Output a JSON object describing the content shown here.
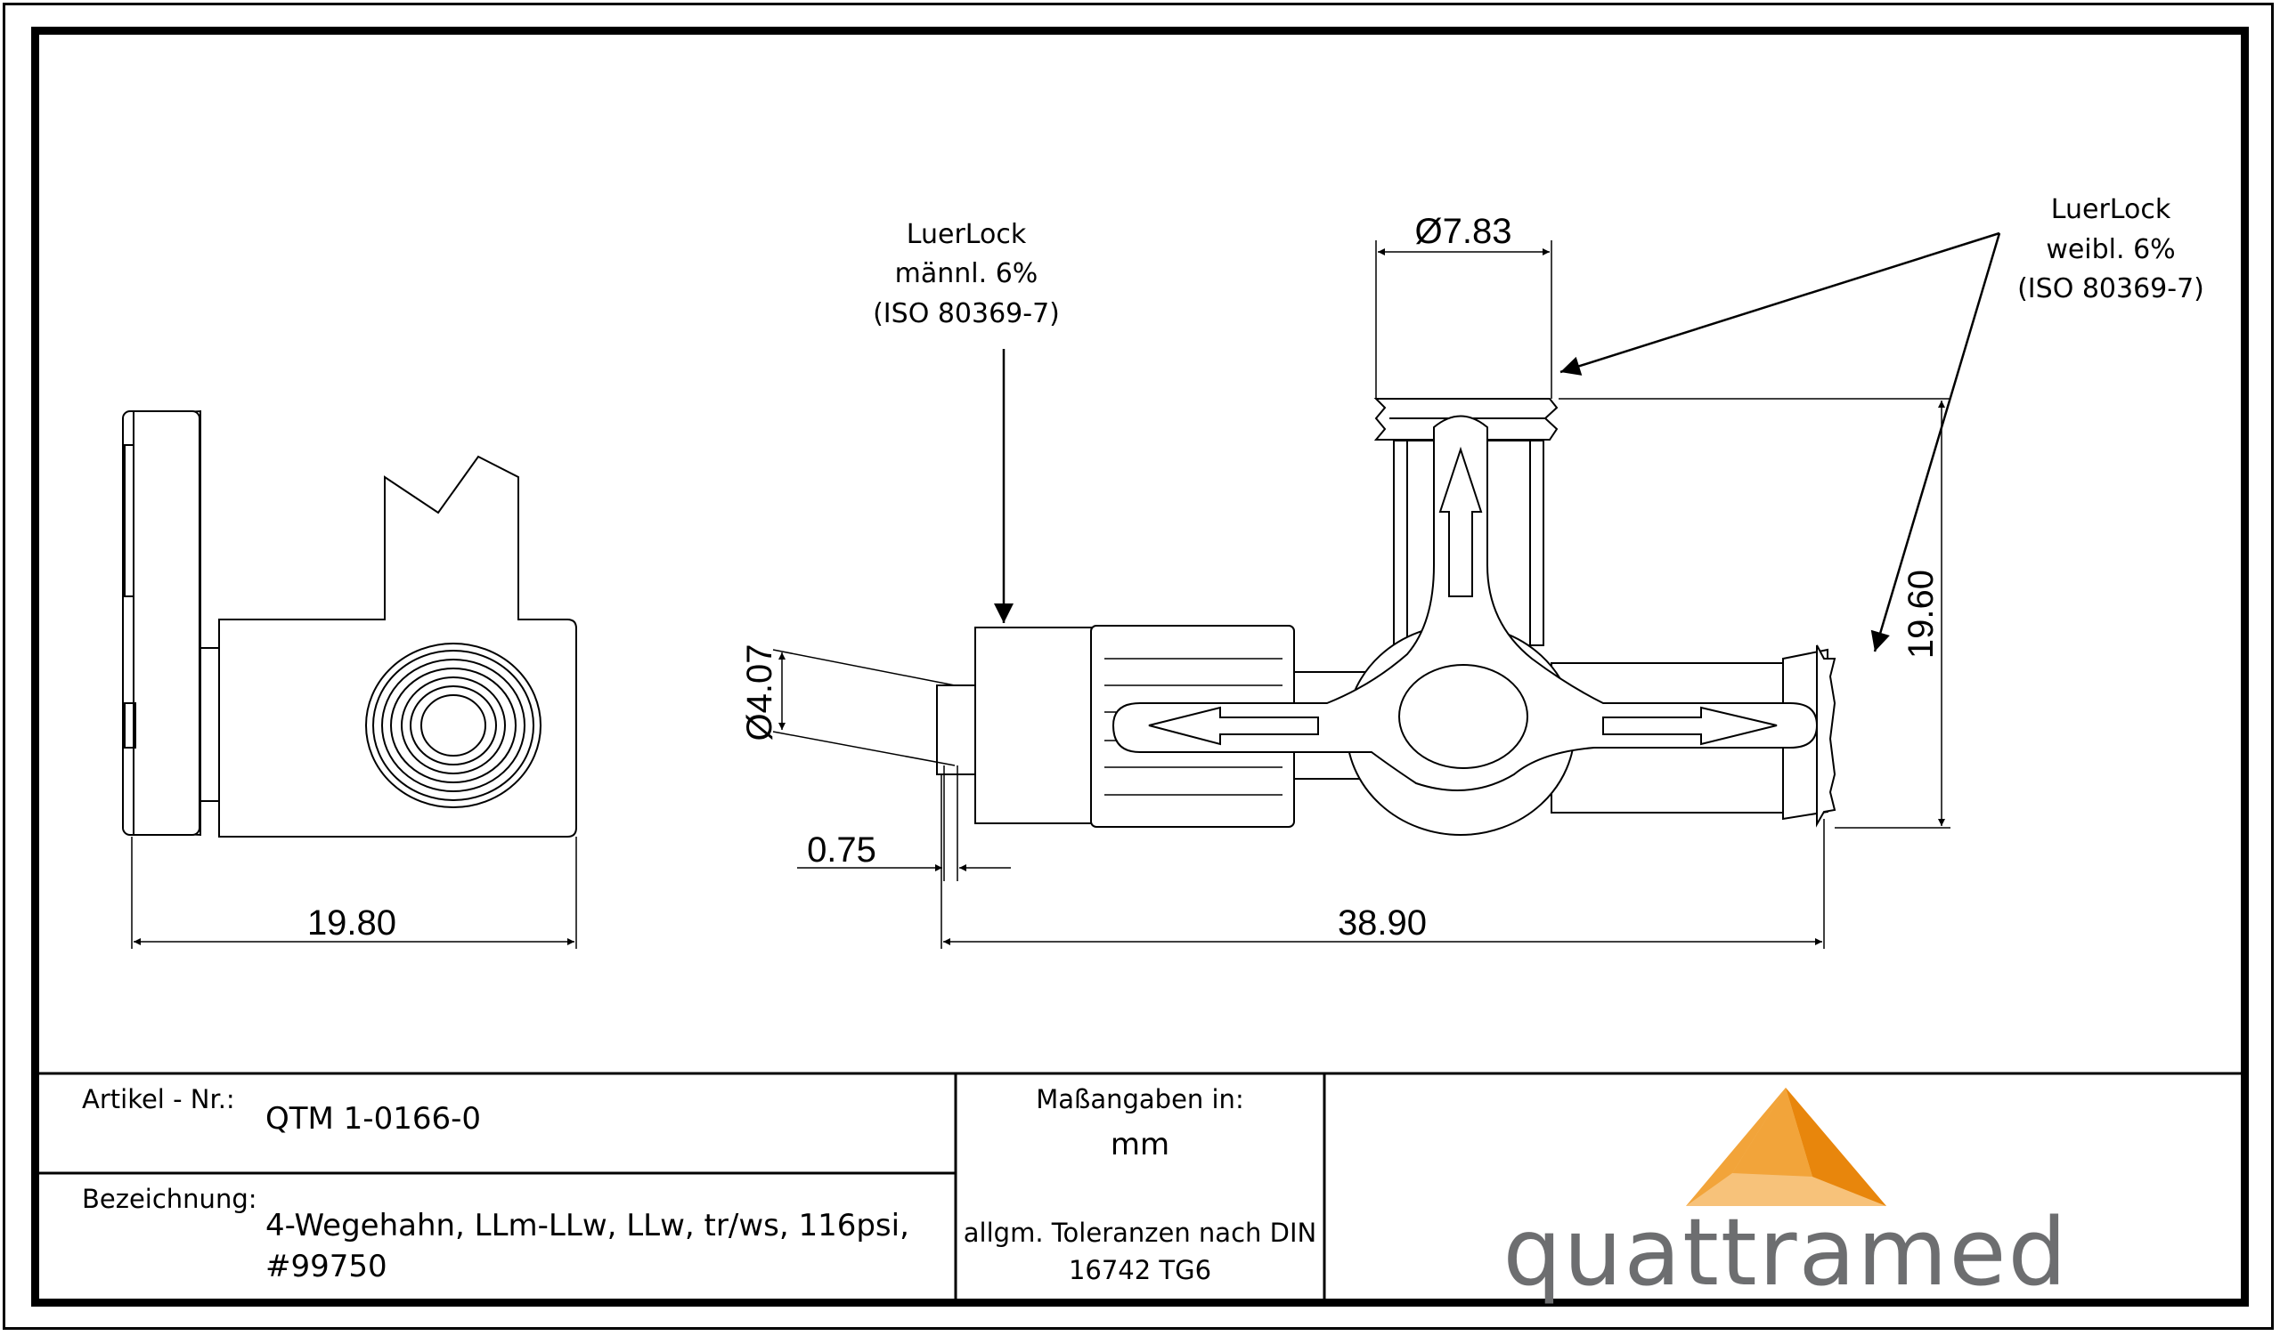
{
  "dimensions": {
    "width_side": "19.80",
    "length_total": "38.90",
    "height_port": "19.60",
    "port_diameter": "Ø7.83",
    "luer_diameter": "Ø4.07",
    "offset": "0.75"
  },
  "callouts": {
    "male": {
      "line1": "LuerLock",
      "line2": "männl. 6%",
      "line3": "(ISO 80369-7)"
    },
    "female": {
      "line1": "LuerLock",
      "line2": "weibl. 6%",
      "line3": "(ISO 80369-7)"
    }
  },
  "title_block": {
    "article_label": "Artikel - Nr.:",
    "article_value": "QTM 1-0166-0",
    "designation_label": "Bezeichnung:",
    "designation_line1": "4-Wegehahn, LLm-LLw, LLw, tr/ws, 116psi,",
    "designation_line2": "#99750",
    "units_label": "Maßangaben in:",
    "units_value": "mm",
    "tolerance_line1": "allgm. Toleranzen nach DIN",
    "tolerance_line2": "16742 TG6"
  },
  "logo": {
    "text": "quattramed",
    "colors": {
      "light": "#f7c27a",
      "mid": "#f2a43a",
      "dark": "#e8860c",
      "text": "#6d6e70"
    }
  }
}
